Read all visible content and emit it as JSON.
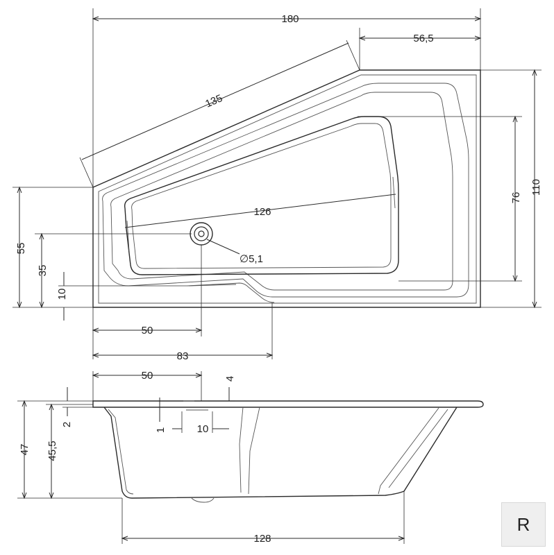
{
  "top_view": {
    "dims": {
      "width_total": "180",
      "wall_short": "56,5",
      "diagonal": "135",
      "inner_length": "126",
      "height_total": "110",
      "inner_height": "76",
      "left_height": "55",
      "drain_y": "35",
      "step_height": "10",
      "drain_x": "50",
      "step_x": "83",
      "drain_diameter": "∅5,1"
    }
  },
  "side_view": {
    "dims": {
      "drain_offset": "50",
      "overflow_height": "4",
      "depth_total": "47",
      "depth_inner": "45,5",
      "rim": "2",
      "overflow_1": "1",
      "overflow_10": "10",
      "bottom_length": "128"
    }
  },
  "badge": {
    "label": "R"
  }
}
